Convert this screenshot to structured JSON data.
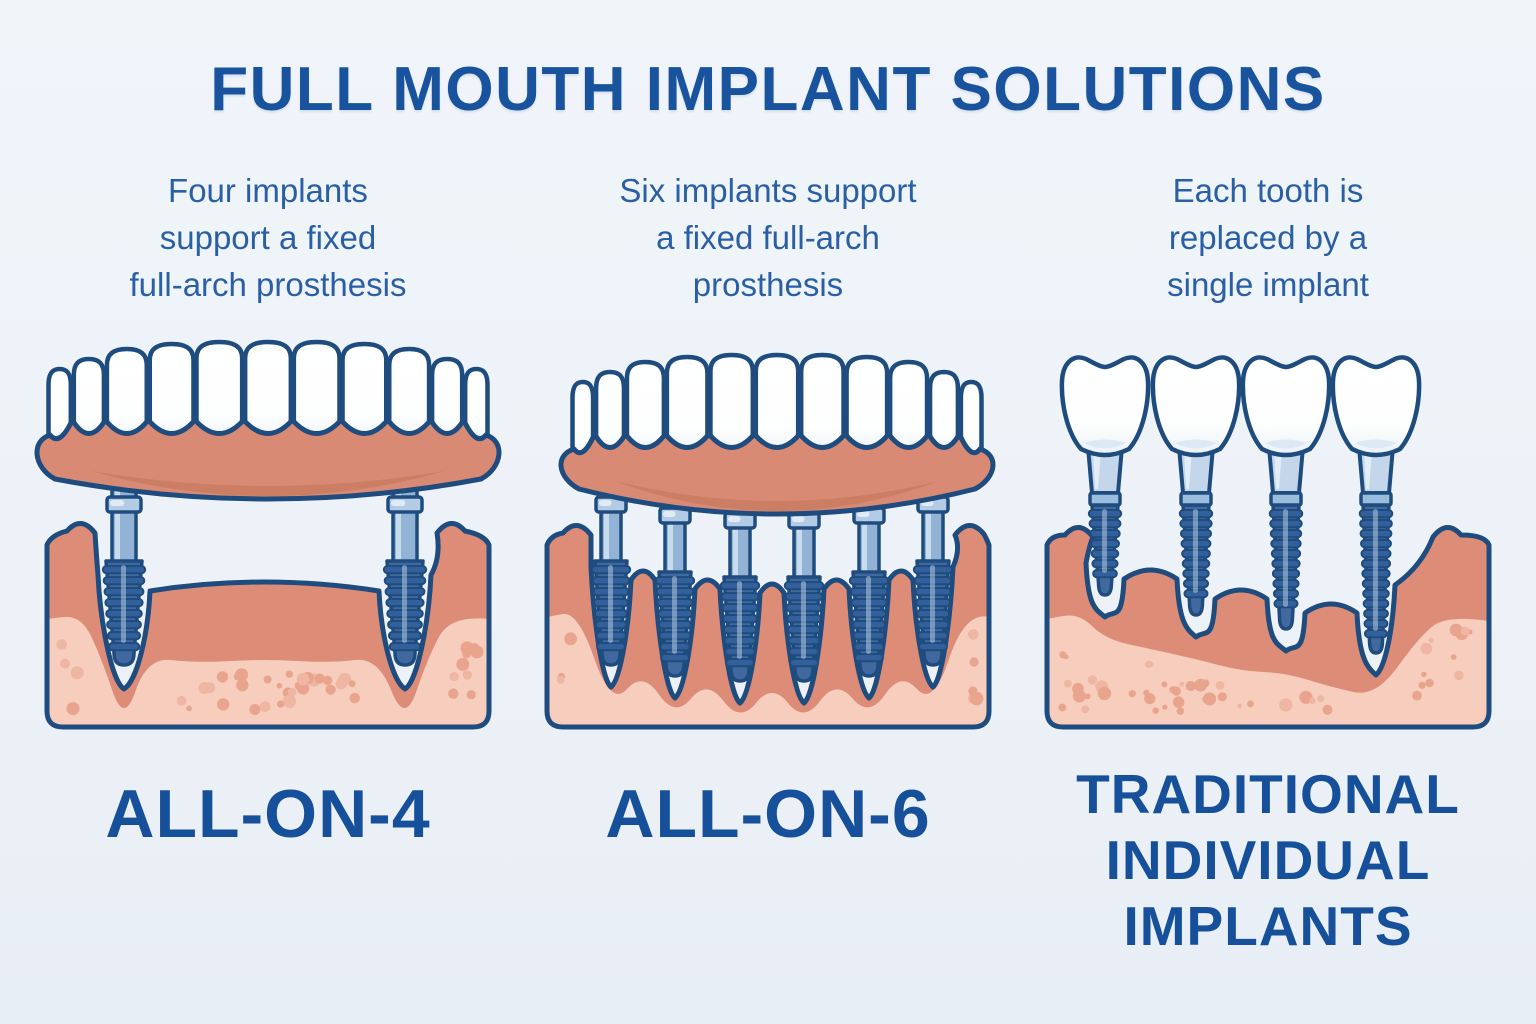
{
  "title": "FULL MOUTH IMPLANT SOLUTIONS",
  "colors": {
    "background": "#EDF2F8",
    "outline_navy": "#1F4C7E",
    "title_blue": "#19539E",
    "text_blue": "#2A5FA6",
    "label_blue": "#17509A",
    "gum_salmon": "#D98A74",
    "gum_shadow": "#C87B60",
    "bone_light": "#F7CDBE",
    "bone_ridge": "#DC8C77",
    "bone_speckle": "#E9A48D",
    "bone_speckle_light": "#EFB6A3",
    "implant_shaft": "#92B2D6",
    "implant_shaft_highlight": "#CFE0EF",
    "implant_collar": "#B3CBE4",
    "implant_screw": "#41699F",
    "implant_ridge": "#33609A",
    "abutment": "#C3D6EA",
    "abutment_band": "#9ABDDE",
    "tooth_white": "#FFFFFF",
    "tooth_shade": "#E9F1F8"
  },
  "panels": [
    {
      "id": "all-on-4",
      "description": "Four implants support a fixed full-arch prosthesis",
      "description_lines": [
        "Four implants",
        "support a fixed",
        "full-arch prosthesis"
      ],
      "label": "ALL-ON-4",
      "label_lines": [
        "ALL-ON-4"
      ],
      "illustration": {
        "type": "fixed-arch-prosthesis",
        "teeth_shown": 11,
        "implants_visible": 2
      }
    },
    {
      "id": "all-on-6",
      "description": "Six implants support a fixed full-arch prosthesis",
      "description_lines": [
        "Six implants support",
        "a fixed full-arch",
        "prosthesis"
      ],
      "label": "ALL-ON-6",
      "label_lines": [
        "ALL-ON-6"
      ],
      "illustration": {
        "type": "fixed-arch-prosthesis",
        "teeth_shown": 11,
        "implants_visible": 6
      }
    },
    {
      "id": "traditional-individual-implants",
      "description": "Each tooth is replaced by a single implant",
      "description_lines": [
        "Each tooth is",
        "replaced by a",
        "single implant"
      ],
      "label": "TRADITIONAL INDIVIDUAL IMPLANTS",
      "label_lines": [
        "TRADITIONAL",
        "INDIVIDUAL",
        "IMPLANTS"
      ],
      "illustration": {
        "type": "individual-crown-implants",
        "teeth_shown": 4,
        "implants_visible": 4
      }
    }
  ]
}
